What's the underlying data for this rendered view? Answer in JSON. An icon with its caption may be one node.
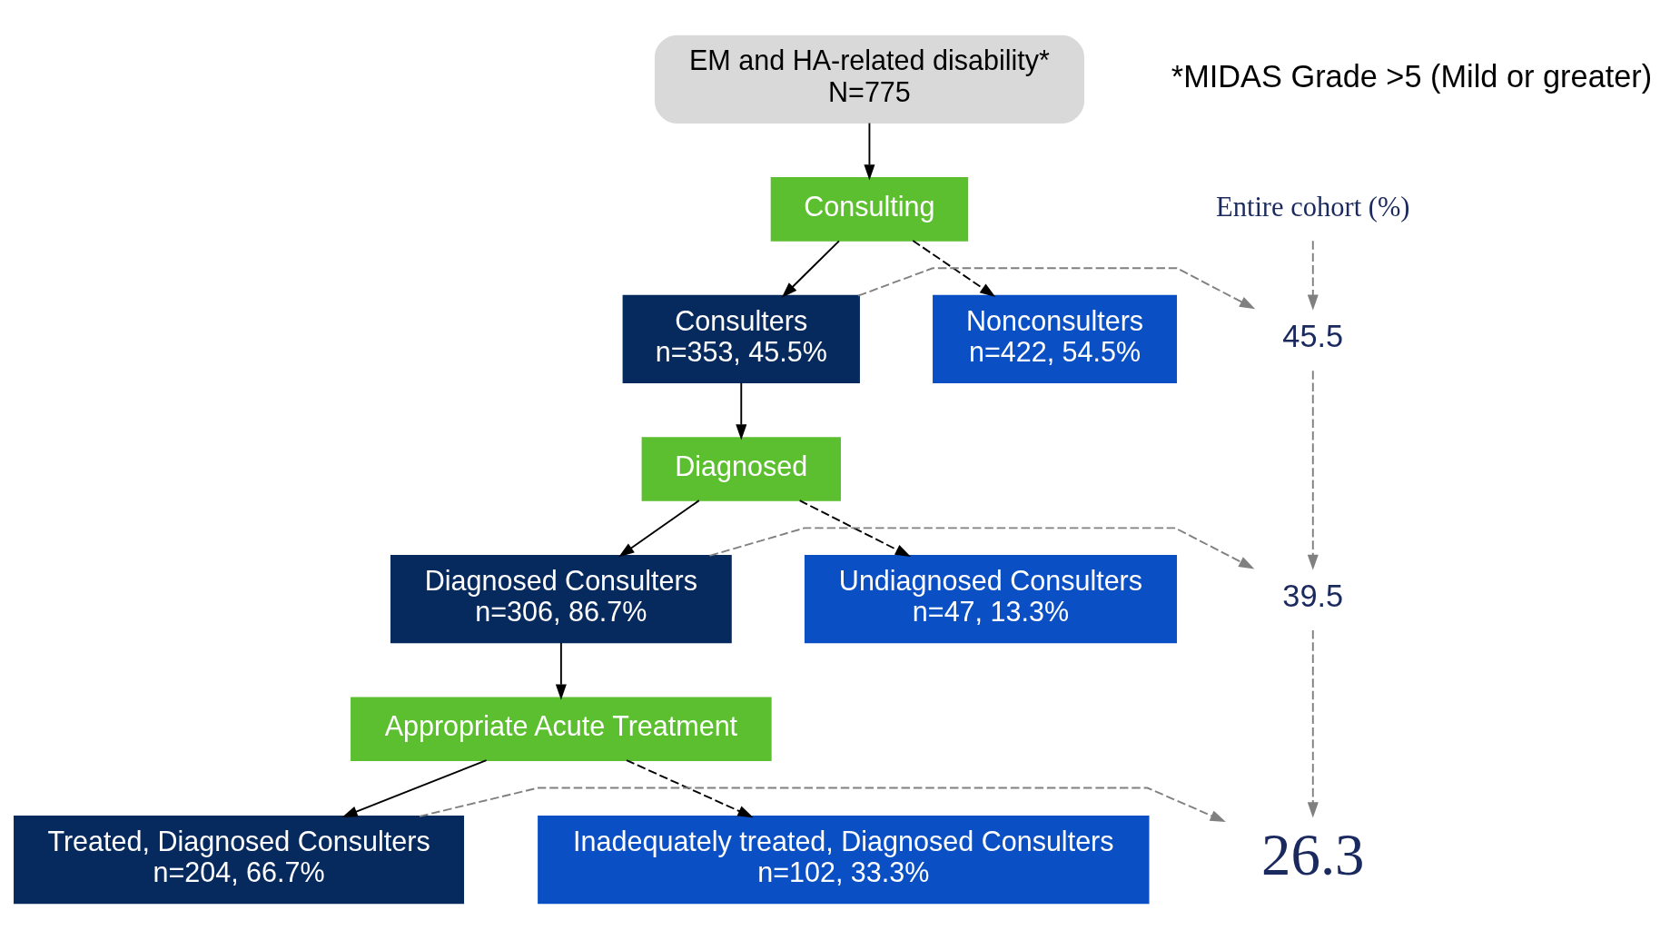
{
  "diagram": {
    "nodes": [
      {
        "text": [
          "EM and HA-related disability*",
          "N=775"
        ]
      },
      {
        "text": [
          "Consulting"
        ]
      },
      {
        "text": [
          "Consulters",
          "n=353, 45.5%"
        ]
      },
      {
        "text": [
          "Nonconsulters",
          "n=422, 54.5%"
        ]
      },
      {
        "text": [
          "Diagnosed"
        ]
      },
      {
        "text": [
          "Diagnosed Consulters",
          "n=306, 86.7%"
        ]
      },
      {
        "text": [
          "Undiagnosed Consulters",
          "n=47, 13.3%"
        ]
      },
      {
        "text": [
          "Appropriate Acute Treatment"
        ]
      },
      {
        "text": [
          "Treated, Diagnosed Consulters",
          "n=204, 66.7%"
        ]
      },
      {
        "text": [
          "Inadequately treated, Diagnosed Consulters",
          "n=102, 33.3%"
        ]
      },
      {
        "text": [
          "Entire cohort (%)"
        ]
      },
      {
        "text": [
          "45.5"
        ]
      },
      {
        "text": [
          "39.5"
        ]
      },
      {
        "text": [
          "26.3"
        ]
      }
    ],
    "edges": [
      {
        "from": 0,
        "to": 1,
        "arrow": "to"
      },
      {
        "from": 1,
        "to": 2,
        "arrow": "to"
      },
      {
        "from": 1,
        "to": 3,
        "arrow": "to",
        "style": "dashed"
      },
      {
        "from": 2,
        "to": 4,
        "arrow": "to"
      },
      {
        "from": 4,
        "to": 5,
        "arrow": "to"
      },
      {
        "from": 4,
        "to": 6,
        "arrow": "to",
        "style": "dashed"
      },
      {
        "from": 5,
        "to": 7,
        "arrow": "to"
      },
      {
        "from": 7,
        "to": 8,
        "arrow": "to"
      },
      {
        "from": 7,
        "to": 9,
        "arrow": "to",
        "style": "dashed"
      },
      {
        "from": 10,
        "to": 11,
        "arrow": "to",
        "style": "dashed",
        "color": "#808080"
      },
      {
        "from": 11,
        "to": 12,
        "arrow": "to",
        "style": "dashed",
        "color": "#808080"
      },
      {
        "from": 12,
        "to": 13,
        "arrow": "to",
        "style": "dashed",
        "color": "#808080"
      },
      {
        "from": 2,
        "to": 11,
        "arrow": "to",
        "style": "dashed",
        "color": "#808080"
      },
      {
        "from": 5,
        "to": 12,
        "arrow": "to",
        "style": "dashed",
        "color": "#808080"
      },
      {
        "from": 8,
        "to": 13,
        "arrow": "to",
        "style": "dashed",
        "color": "#808080"
      }
    ],
    "labels": [
      "*MIDAS Grade >5 (Mild or greater)"
    ]
  }
}
